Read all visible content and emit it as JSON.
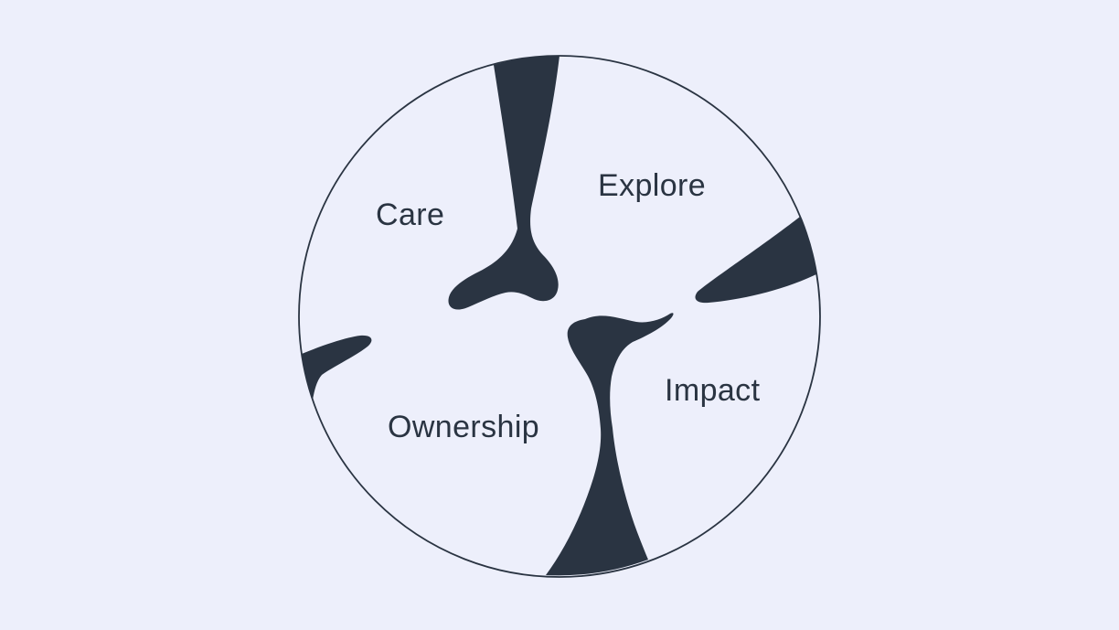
{
  "colors": {
    "background": "#edeffb",
    "ink": "#2a3442"
  },
  "diagram": {
    "type": "circular-values-wheel",
    "labels": {
      "care": "Care",
      "explore": "Explore",
      "ownership": "Ownership",
      "impact": "Impact"
    }
  }
}
